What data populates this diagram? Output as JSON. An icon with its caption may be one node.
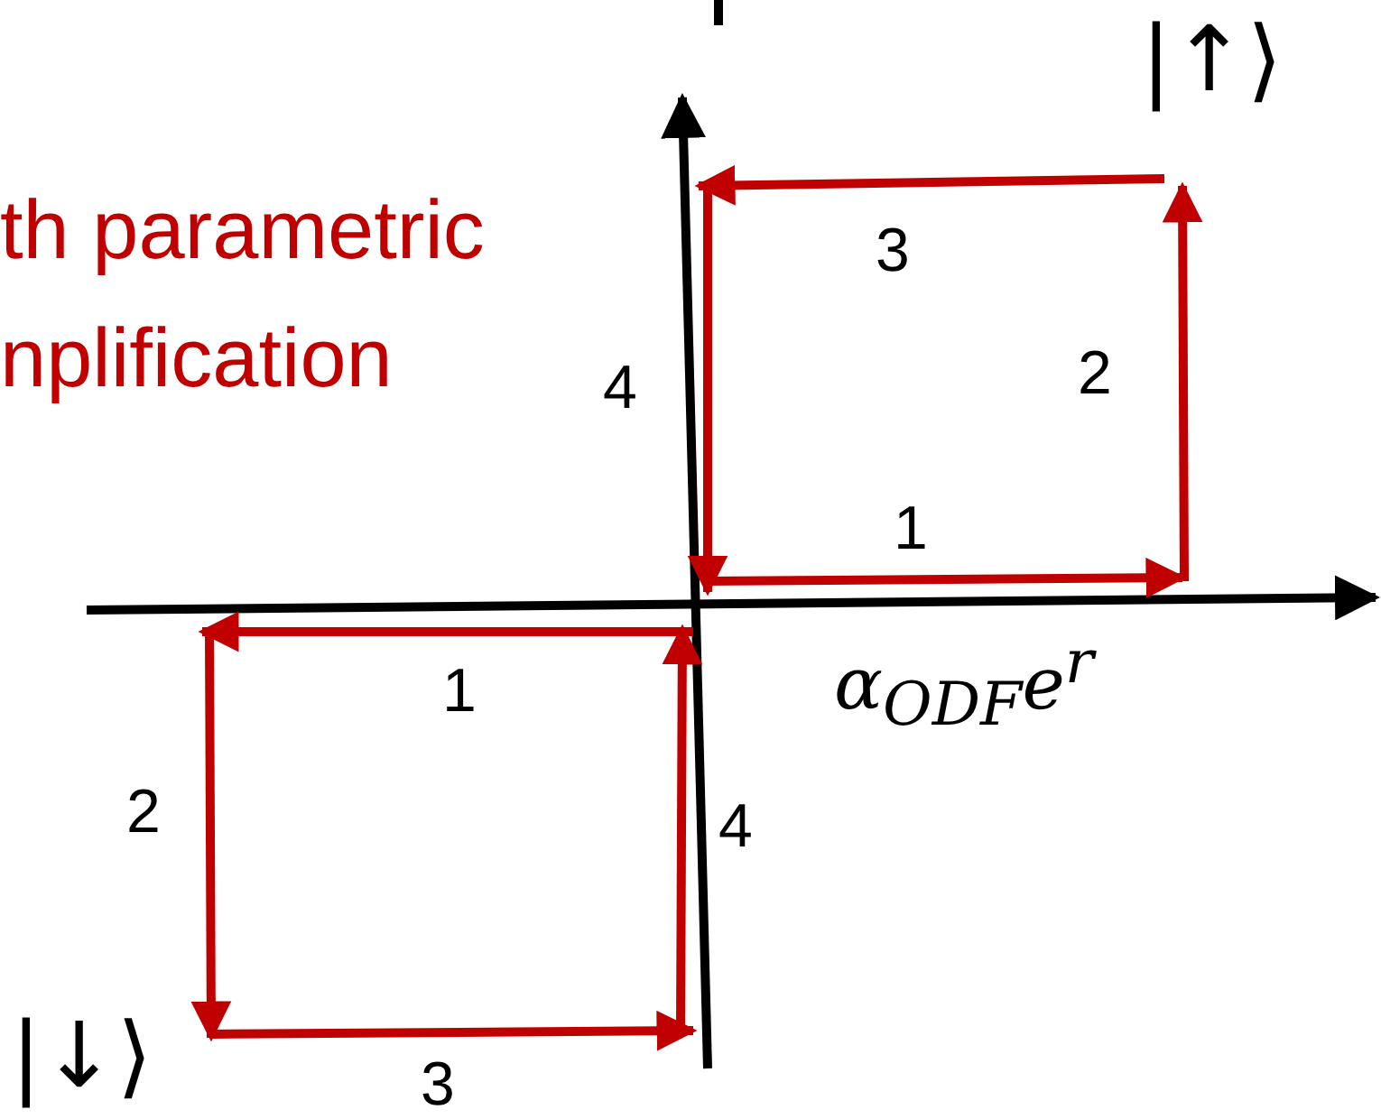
{
  "diagram": {
    "labels": [
      "|↑⟩",
      "th parametric nplification",
      "3",
      "4",
      "2",
      "1",
      "α$_{ODF}$e$^{r}$",
      "1",
      "2",
      "4",
      "|↓⟩",
      "3"
    ]
  }
}
